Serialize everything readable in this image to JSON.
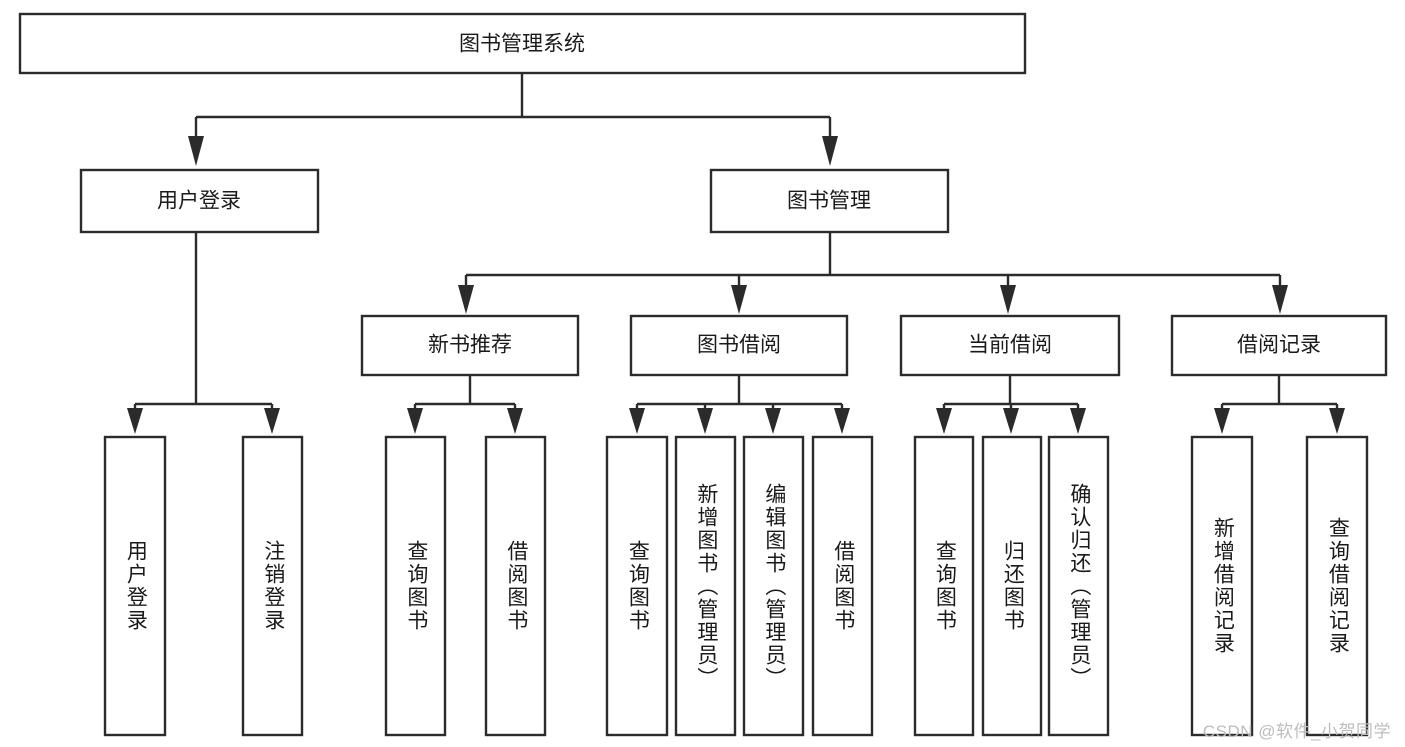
{
  "diagram": {
    "type": "tree-hierarchy-chart",
    "title": "图书管理系统",
    "background_color": "#ffffff",
    "line_color": "#2b2b2b",
    "text_color": "#1a1a1a",
    "levels": 4,
    "root": {
      "id": "root",
      "label": "图书管理系统",
      "orientation": "horizontal"
    },
    "level2": [
      {
        "id": "user-login",
        "label": "用户登录",
        "orientation": "horizontal"
      },
      {
        "id": "book-management",
        "label": "图书管理",
        "orientation": "horizontal"
      }
    ],
    "level3": [
      {
        "id": "new-book-recommend",
        "label": "新书推荐",
        "orientation": "horizontal",
        "parent": "book-management"
      },
      {
        "id": "book-borrow",
        "label": "图书借阅",
        "orientation": "horizontal",
        "parent": "book-management"
      },
      {
        "id": "current-borrow",
        "label": "当前借阅",
        "orientation": "horizontal",
        "parent": "book-management"
      },
      {
        "id": "borrow-record",
        "label": "借阅记录",
        "orientation": "horizontal",
        "parent": "book-management"
      }
    ],
    "leaves": [
      {
        "id": "leaf-user-login",
        "label": "用户登录",
        "orientation": "vertical",
        "parent": "user-login"
      },
      {
        "id": "leaf-logout",
        "label": "注销登录",
        "orientation": "vertical",
        "parent": "user-login"
      },
      {
        "id": "leaf-query-book-1",
        "label": "查询图书",
        "orientation": "vertical",
        "parent": "new-book-recommend"
      },
      {
        "id": "leaf-borrow-book-1",
        "label": "借阅图书",
        "orientation": "vertical",
        "parent": "new-book-recommend"
      },
      {
        "id": "leaf-query-book-2",
        "label": "查询图书",
        "orientation": "vertical",
        "parent": "book-borrow"
      },
      {
        "id": "leaf-add-book",
        "label": "新增图书（管理员）",
        "orientation": "vertical",
        "parent": "book-borrow"
      },
      {
        "id": "leaf-edit-book",
        "label": "编辑图书（管理员）",
        "orientation": "vertical",
        "parent": "book-borrow"
      },
      {
        "id": "leaf-borrow-book-2",
        "label": "借阅图书",
        "orientation": "vertical",
        "parent": "book-borrow"
      },
      {
        "id": "leaf-query-book-3",
        "label": "查询图书",
        "orientation": "vertical",
        "parent": "current-borrow"
      },
      {
        "id": "leaf-return-book",
        "label": "归还图书",
        "orientation": "vertical",
        "parent": "current-borrow"
      },
      {
        "id": "leaf-confirm-return",
        "label": "确认归还（管理员）",
        "orientation": "vertical",
        "parent": "current-borrow"
      },
      {
        "id": "leaf-add-record",
        "label": "新增借阅记录",
        "orientation": "vertical",
        "parent": "borrow-record"
      },
      {
        "id": "leaf-query-record",
        "label": "查询借阅记录",
        "orientation": "vertical",
        "parent": "borrow-record"
      }
    ]
  },
  "watermark": {
    "text": "CSDN @软件_小贺同学"
  }
}
